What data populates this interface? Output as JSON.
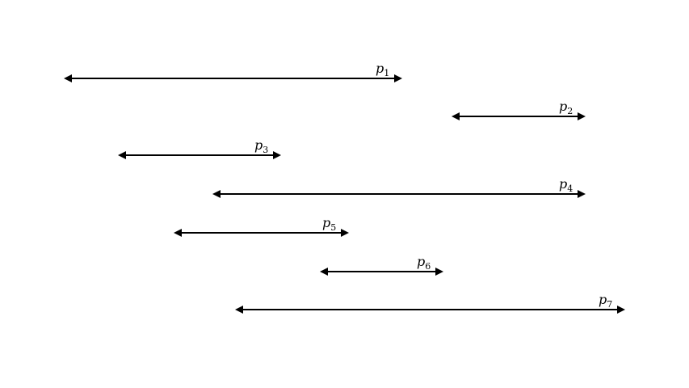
{
  "intervals": [
    {
      "name": "p",
      "sub": "1"
    },
    {
      "name": "p",
      "sub": "2"
    },
    {
      "name": "p",
      "sub": "3"
    },
    {
      "name": "p",
      "sub": "4"
    },
    {
      "name": "p",
      "sub": "5"
    },
    {
      "name": "p",
      "sub": "6"
    },
    {
      "name": "p",
      "sub": "7"
    }
  ],
  "color": "#000000"
}
